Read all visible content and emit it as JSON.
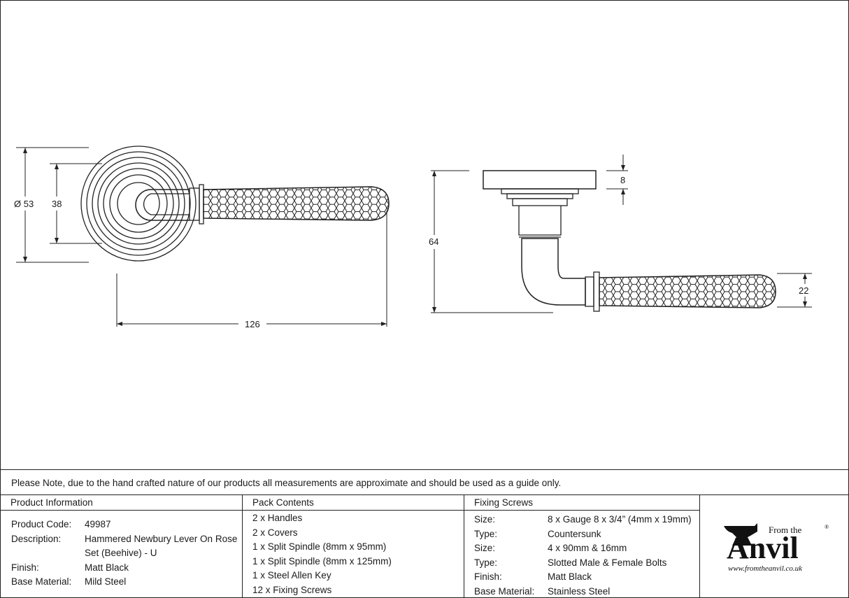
{
  "note": "Please Note, due to the hand crafted nature of our products all measurements are approximate and should be used as a guide only.",
  "dimensions": {
    "rose_diameter": "Ø 53",
    "inner_rose": "38",
    "lever_length": "126",
    "total_height": "64",
    "rose_thickness": "8",
    "grip_diameter": "22"
  },
  "product_info": {
    "heading": "Product Information",
    "rows": [
      {
        "label": "Product Code:",
        "value": "49987"
      },
      {
        "label": "Description:",
        "value": "Hammered Newbury Lever On Rose",
        "value2": "Set (Beehive) - U"
      },
      {
        "label": "Finish:",
        "value": "Matt Black"
      },
      {
        "label": "Base Material:",
        "value": "Mild Steel"
      }
    ]
  },
  "pack_contents": {
    "heading": "Pack Contents",
    "items": [
      "2 x Handles",
      "2 x Covers",
      "1 x Split Spindle (8mm x 95mm)",
      "1 x Split Spindle (8mm x 125mm)",
      "1 x Steel Allen Key",
      "12 x Fixing Screws"
    ]
  },
  "fixing_screws": {
    "heading": "Fixing Screws",
    "rows": [
      {
        "label": "Size:",
        "value": "8 x Gauge 8 x 3/4” (4mm x 19mm)"
      },
      {
        "label": "Type:",
        "value": "Countersunk"
      },
      {
        "label": "Size:",
        "value": "4 x 90mm & 16mm"
      },
      {
        "label": "Type:",
        "value": "Slotted Male & Female Bolts"
      },
      {
        "label": "Finish:",
        "value": "Matt Black"
      },
      {
        "label": "Base Material:",
        "value": "Stainless Steel"
      }
    ]
  },
  "logo": {
    "from_the": "From the",
    "brand": "Anvil",
    "registered": "®",
    "url": "www.fromtheanvil.co.uk"
  }
}
